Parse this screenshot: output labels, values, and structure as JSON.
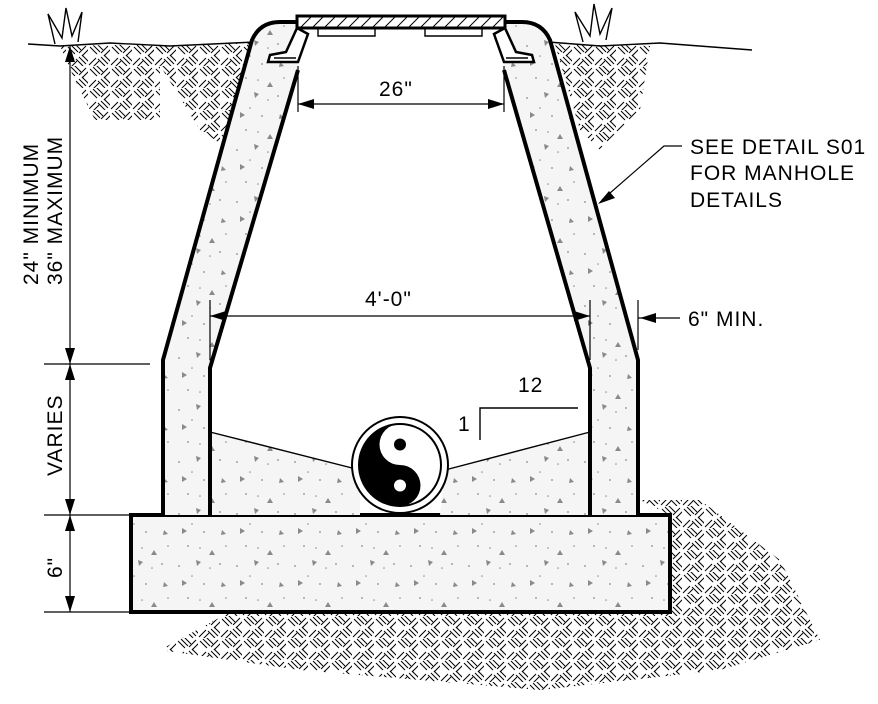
{
  "labels": {
    "cover_width": "26\"",
    "base_width": "4'-0\"",
    "wall_thickness": "6\" MIN.",
    "depth_min": "24\" MINIMUM",
    "depth_max": "36\" MAXIMUM",
    "varies": "VARIES",
    "slab_thickness": "6\"",
    "slope_run": "12",
    "slope_rise": "1",
    "callout_line1": "SEE DETAIL S01",
    "callout_line2": "FOR MANHOLE",
    "callout_line3": "DETAILS"
  },
  "colors": {
    "line": "#000000",
    "concrete": "#f3f3f3",
    "aggregate": "#8a8a8a"
  },
  "icons": {
    "grass": "grass-tuft-icon",
    "pipe": "yin-yang-pipe-icon"
  }
}
